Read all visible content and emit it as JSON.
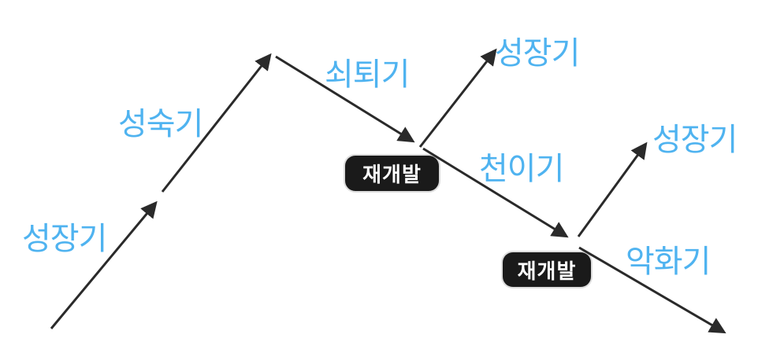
{
  "diagram": {
    "description": "lifecycle-curve-diagram",
    "colors": {
      "phase_label": "#4FB3F0",
      "arrow_line": "#2A2A2A",
      "badge_background": "#1A1A1A",
      "badge_text": "#FFFFFF"
    },
    "phases": {
      "growth1": "성장기",
      "maturity": "성숙기",
      "decline": "쇠퇴기",
      "growth2": "성장기",
      "transition": "천이기",
      "growth3": "성장기",
      "deterioration": "악화기"
    },
    "badges": {
      "redevelopment1": "재개발",
      "redevelopment2": "재개발"
    }
  }
}
